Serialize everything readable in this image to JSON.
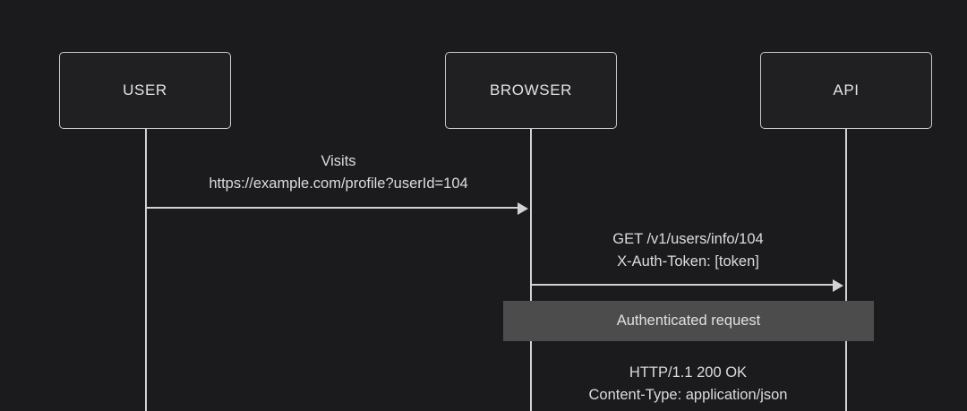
{
  "diagram": {
    "type": "sequence-diagram",
    "background_color": "#1b1b1d",
    "line_color": "#d2d2d2",
    "text_color": "#dcdcdc",
    "note_color": "#4c4c4c",
    "participants": [
      {
        "id": "user",
        "label": "USER"
      },
      {
        "id": "browser",
        "label": "BROWSER"
      },
      {
        "id": "api",
        "label": "API"
      }
    ],
    "messages": [
      {
        "from": "user",
        "to": "browser",
        "direction": "right",
        "line1": "Visits",
        "line2": "https://example.com/profile?userId=104"
      },
      {
        "from": "browser",
        "to": "api",
        "direction": "right",
        "line1": "GET /v1/users/info/104",
        "line2": "X-Auth-Token: [token]"
      },
      {
        "from": "api",
        "to": "browser",
        "direction": "left",
        "line1": "HTTP/1.1 200 OK",
        "line2": "Content-Type: application/json"
      }
    ],
    "notes": [
      {
        "text": "Authenticated request",
        "over": "browser-api"
      }
    ]
  }
}
